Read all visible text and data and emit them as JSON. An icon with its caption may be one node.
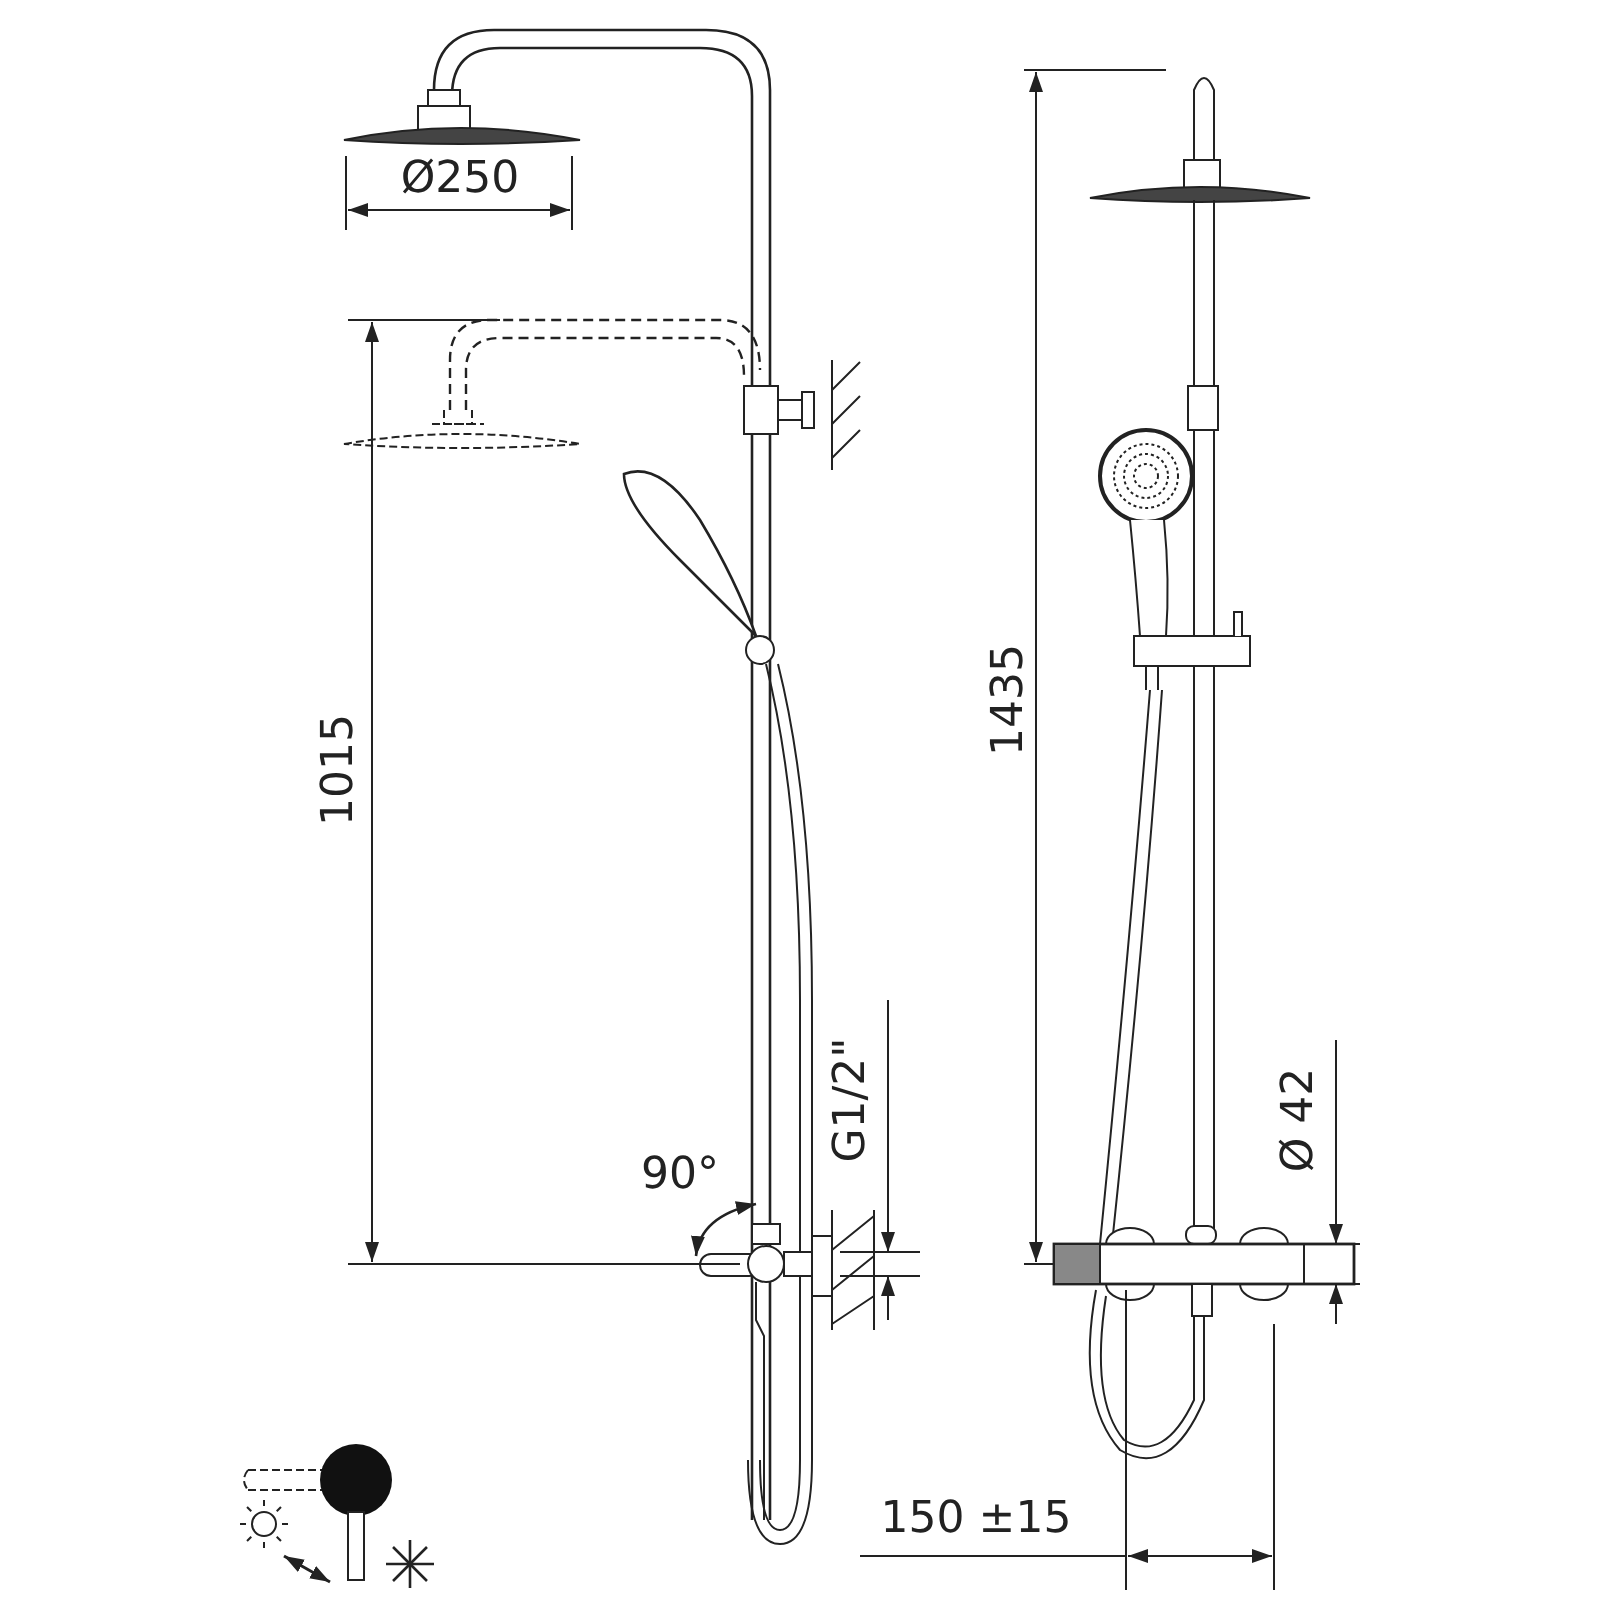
{
  "diagram": {
    "labels": [
      "Ø250",
      "1015",
      "90°",
      "G1/2\"",
      "1435",
      "Ø 42",
      "150 ±15"
    ]
  }
}
